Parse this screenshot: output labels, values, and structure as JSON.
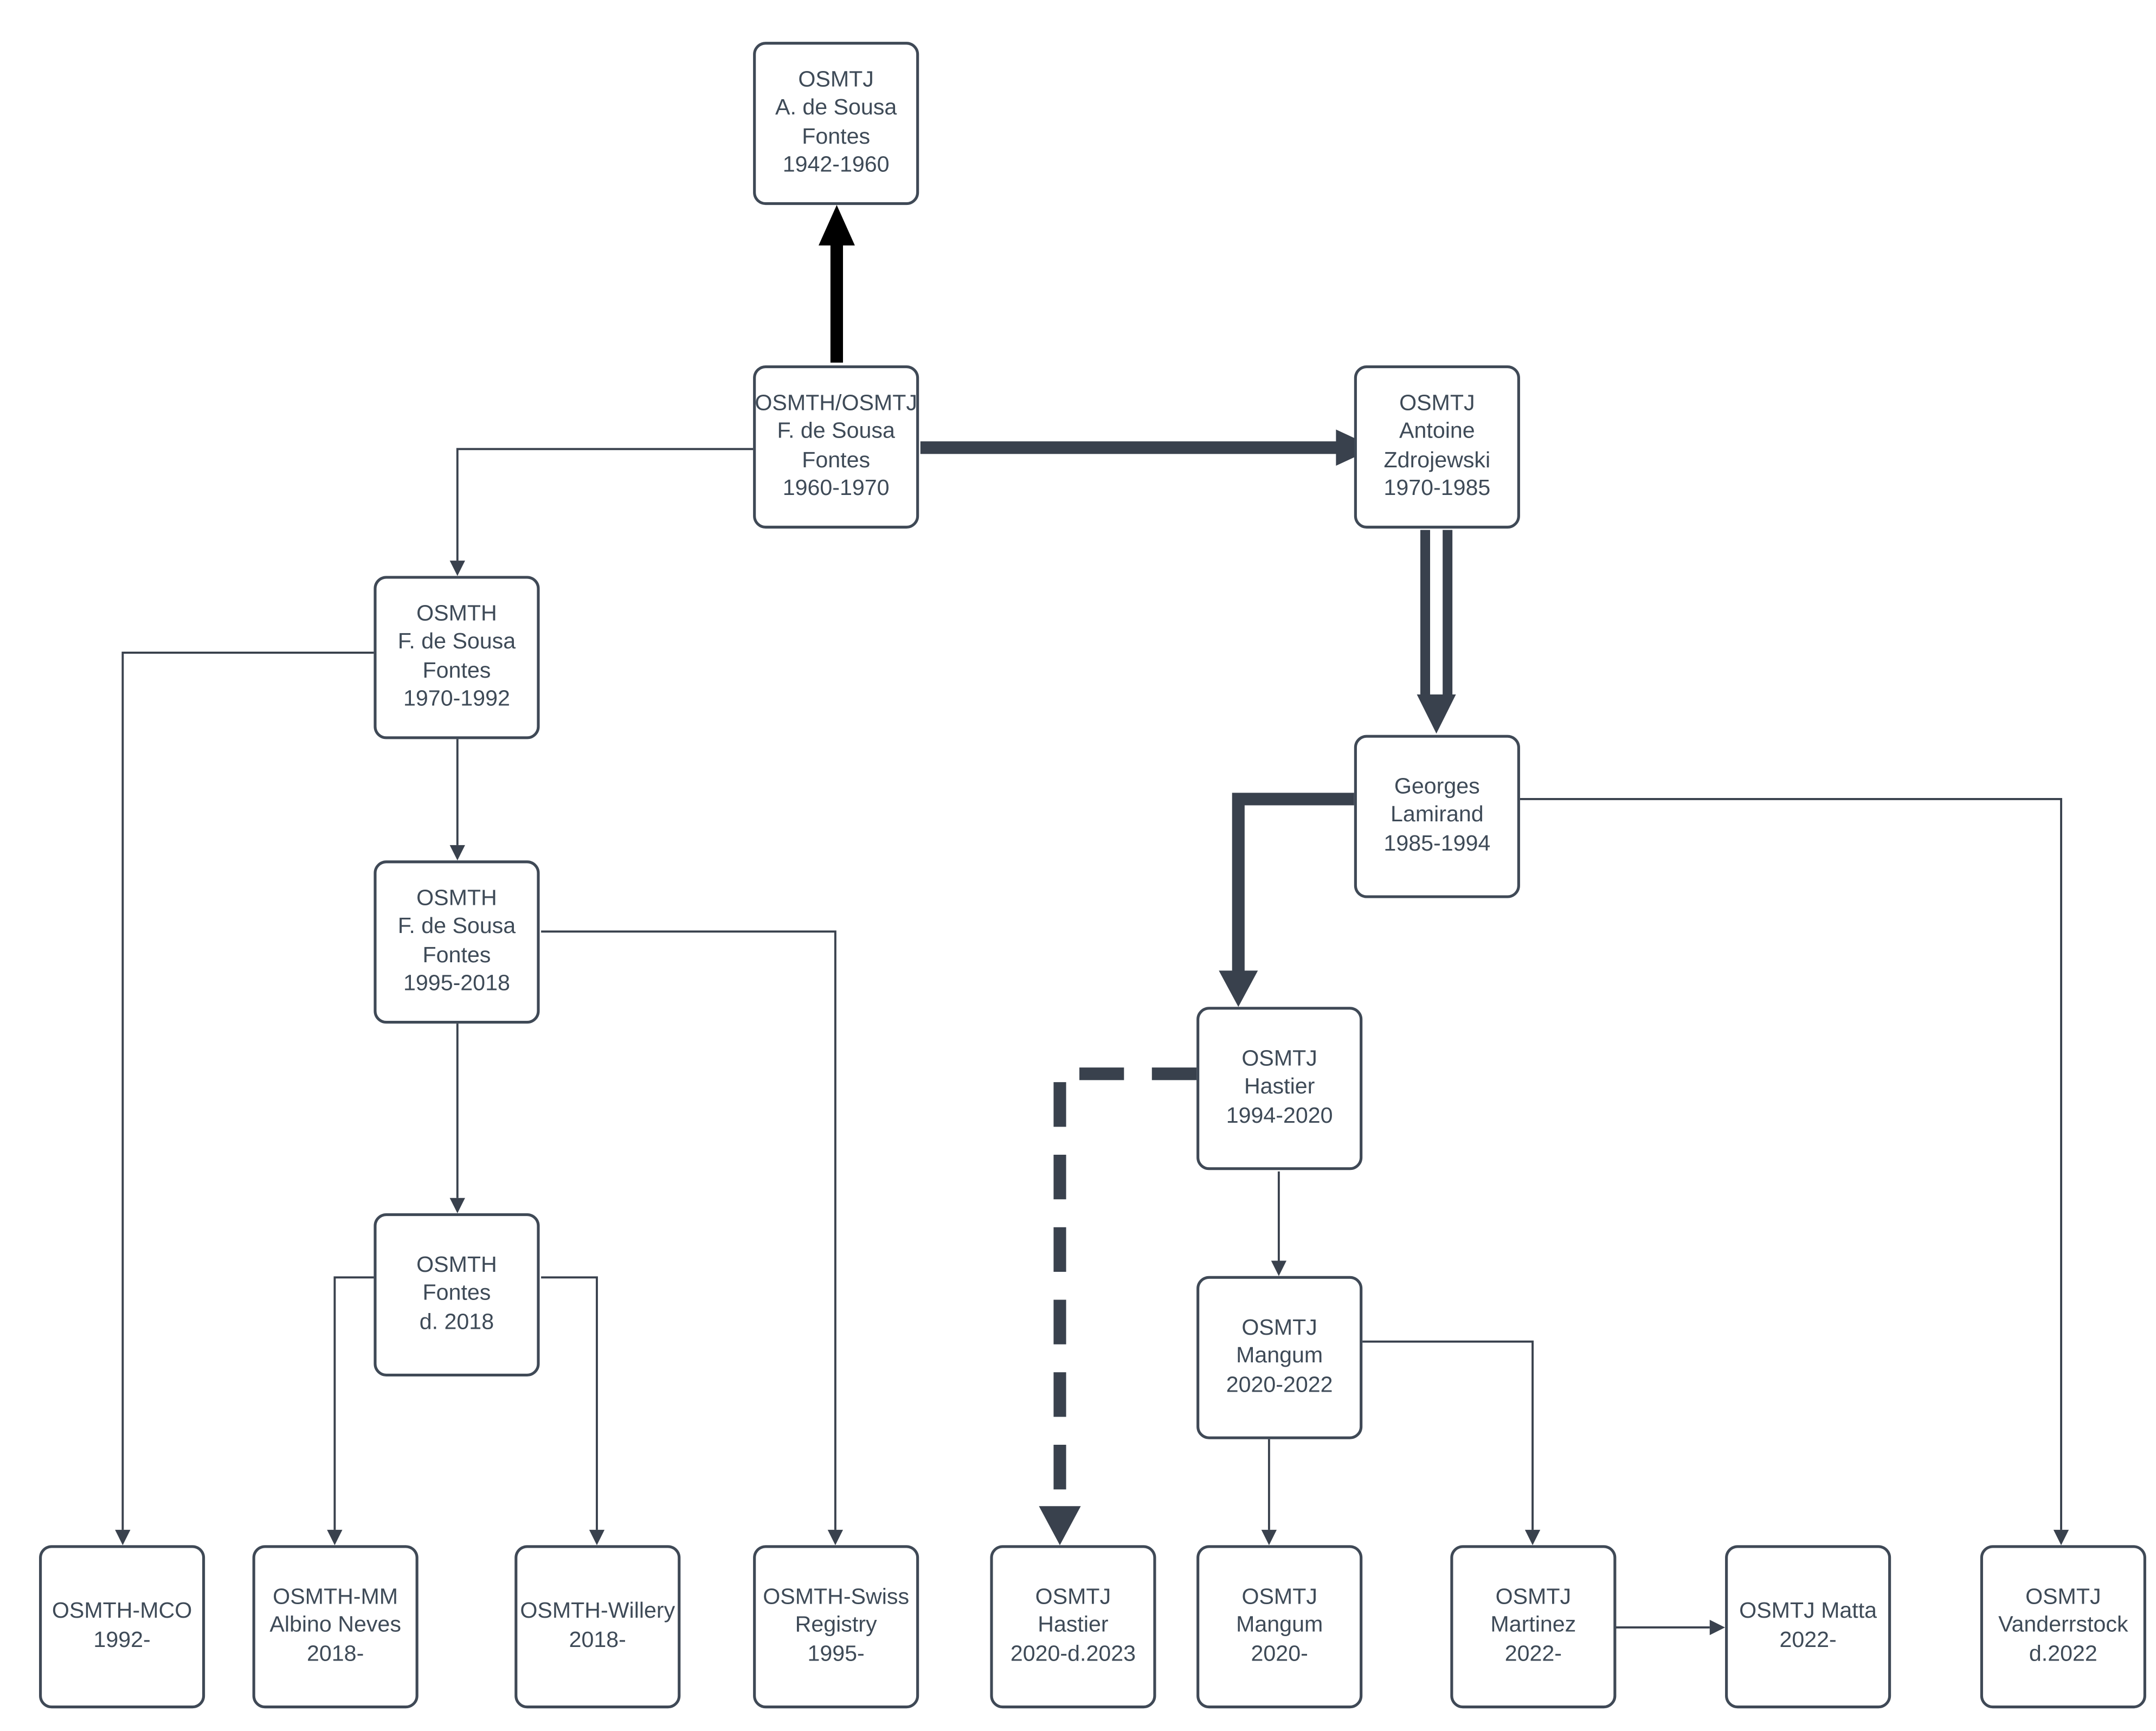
{
  "diagram": {
    "description": "Succession flowchart of OSMTH / OSMTJ templar organizations",
    "colors": {
      "background": "#ffffff",
      "box_border": "#3f4956",
      "box_fill": "#ffffff",
      "text": "#3e4a57",
      "connector": "#39414d",
      "emphasis_arrow_black": "#000000"
    },
    "nodes": {
      "sousa1942": {
        "label": "OSMTJ\nA. de Sousa\nFontes\n1942-1960"
      },
      "fsousa1960": {
        "label": "OSMTH/OSMTJ\nF. de Sousa\nFontes\n1960-1970"
      },
      "zdrojewski": {
        "label": "OSMTJ\nAntoine\nZdrojewski\n1970-1985"
      },
      "osmth1970": {
        "label": "OSMTH\nF. de Sousa\nFontes\n1970-1992"
      },
      "lamirand": {
        "label": "Georges\nLamirand\n1985-1994"
      },
      "osmth1995": {
        "label": "OSMTH\nF. de Sousa\nFontes\n1995-2018"
      },
      "hastier1994": {
        "label": "OSMTJ\nHastier\n1994-2020"
      },
      "fontesd2018": {
        "label": "OSMTH\nFontes\nd. 2018"
      },
      "mangum2022": {
        "label": "OSMTJ\nMangum\n2020-2022"
      },
      "mco": {
        "label": "OSMTH-MCO\n1992-"
      },
      "mm": {
        "label": "OSMTH-MM\nAlbino Neves\n2018-"
      },
      "willery": {
        "label": "OSMTH-Willery\n2018-"
      },
      "swiss": {
        "label": "OSMTH-Swiss\nRegistry\n1995-"
      },
      "hastier2020": {
        "label": "OSMTJ\nHastier\n2020-d.2023"
      },
      "mangum2020": {
        "label": "OSMTJ\nMangum\n2020-"
      },
      "martinez": {
        "label": "OSMTJ\nMartinez\n2022-"
      },
      "matta": {
        "label": "OSMTJ Matta\n2022-"
      },
      "vanderrstock": {
        "label": "OSMTJ\nVanderrstock\nd.2022"
      }
    },
    "edges": [
      {
        "from": "fsousa1960",
        "to": "sousa1942",
        "style": "thick-solid-black"
      },
      {
        "from": "fsousa1960",
        "to": "zdrojewski",
        "style": "thick-solid"
      },
      {
        "from": "fsousa1960",
        "to": "osmth1970",
        "style": "thin-solid"
      },
      {
        "from": "zdrojewski",
        "to": "lamirand",
        "style": "thick-double-line"
      },
      {
        "from": "lamirand",
        "to": "hastier1994",
        "style": "thick-solid"
      },
      {
        "from": "lamirand",
        "to": "vanderrstock",
        "style": "thin-solid"
      },
      {
        "from": "osmth1970",
        "to": "osmth1995",
        "style": "thin-solid"
      },
      {
        "from": "osmth1970",
        "to": "mco",
        "style": "thin-solid"
      },
      {
        "from": "osmth1995",
        "to": "fontesd2018",
        "style": "thin-solid"
      },
      {
        "from": "osmth1995",
        "to": "swiss",
        "style": "thin-solid"
      },
      {
        "from": "fontesd2018",
        "to": "mm",
        "style": "thin-solid"
      },
      {
        "from": "fontesd2018",
        "to": "willery",
        "style": "thin-solid"
      },
      {
        "from": "hastier1994",
        "to": "hastier2020",
        "style": "thick-dashed"
      },
      {
        "from": "hastier1994",
        "to": "mangum2022",
        "style": "thin-solid"
      },
      {
        "from": "mangum2022",
        "to": "mangum2020",
        "style": "thin-solid"
      },
      {
        "from": "mangum2022",
        "to": "martinez",
        "style": "thin-solid"
      },
      {
        "from": "martinez",
        "to": "matta",
        "style": "thin-solid"
      }
    ]
  }
}
